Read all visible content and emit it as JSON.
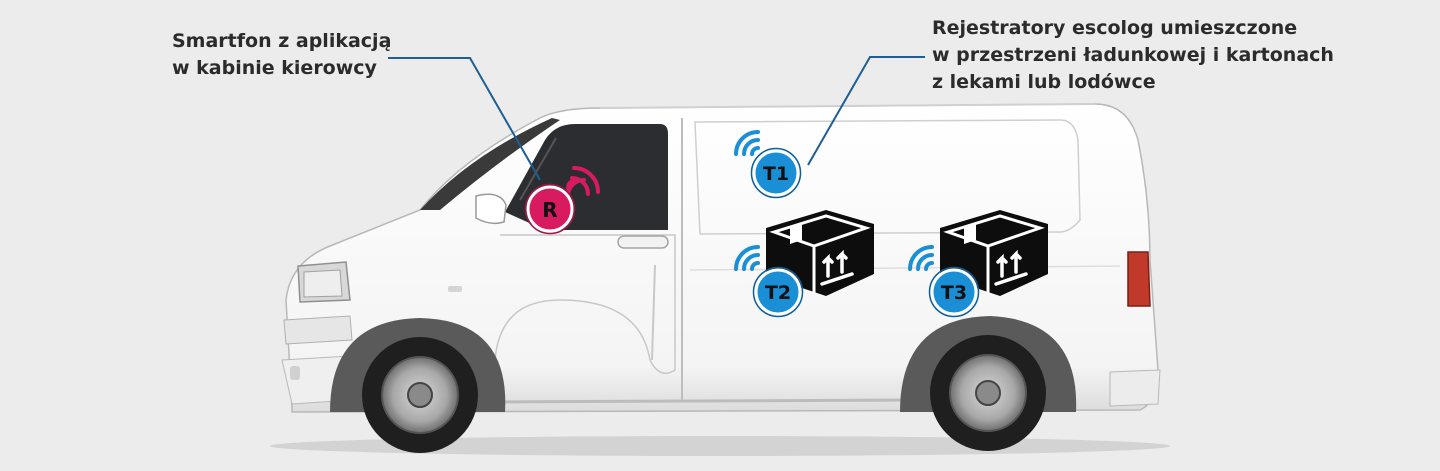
{
  "labels": {
    "phone": [
      "Smartfon z aplikacją",
      "w kabinie kierowcy"
    ],
    "loggers": [
      "Rejestratory escolog umieszczone",
      "w przestrzeni ładunkowej i kartonach",
      "z lekami lub lodówce"
    ]
  },
  "badges": {
    "receiver": "R",
    "t1": "T1",
    "t2": "T2",
    "t3": "T3"
  },
  "colors": {
    "background": "#ececed",
    "leader_line": "#1f5e94",
    "receiver": "#d81b60",
    "logger": "#1a8fd6",
    "box": "#0d0d0d",
    "van": "#ffffff",
    "tail_light": "#c0392b"
  },
  "icons": [
    "wifi-signal-icon",
    "package-box-icon",
    "this-side-up-arrows-icon"
  ]
}
